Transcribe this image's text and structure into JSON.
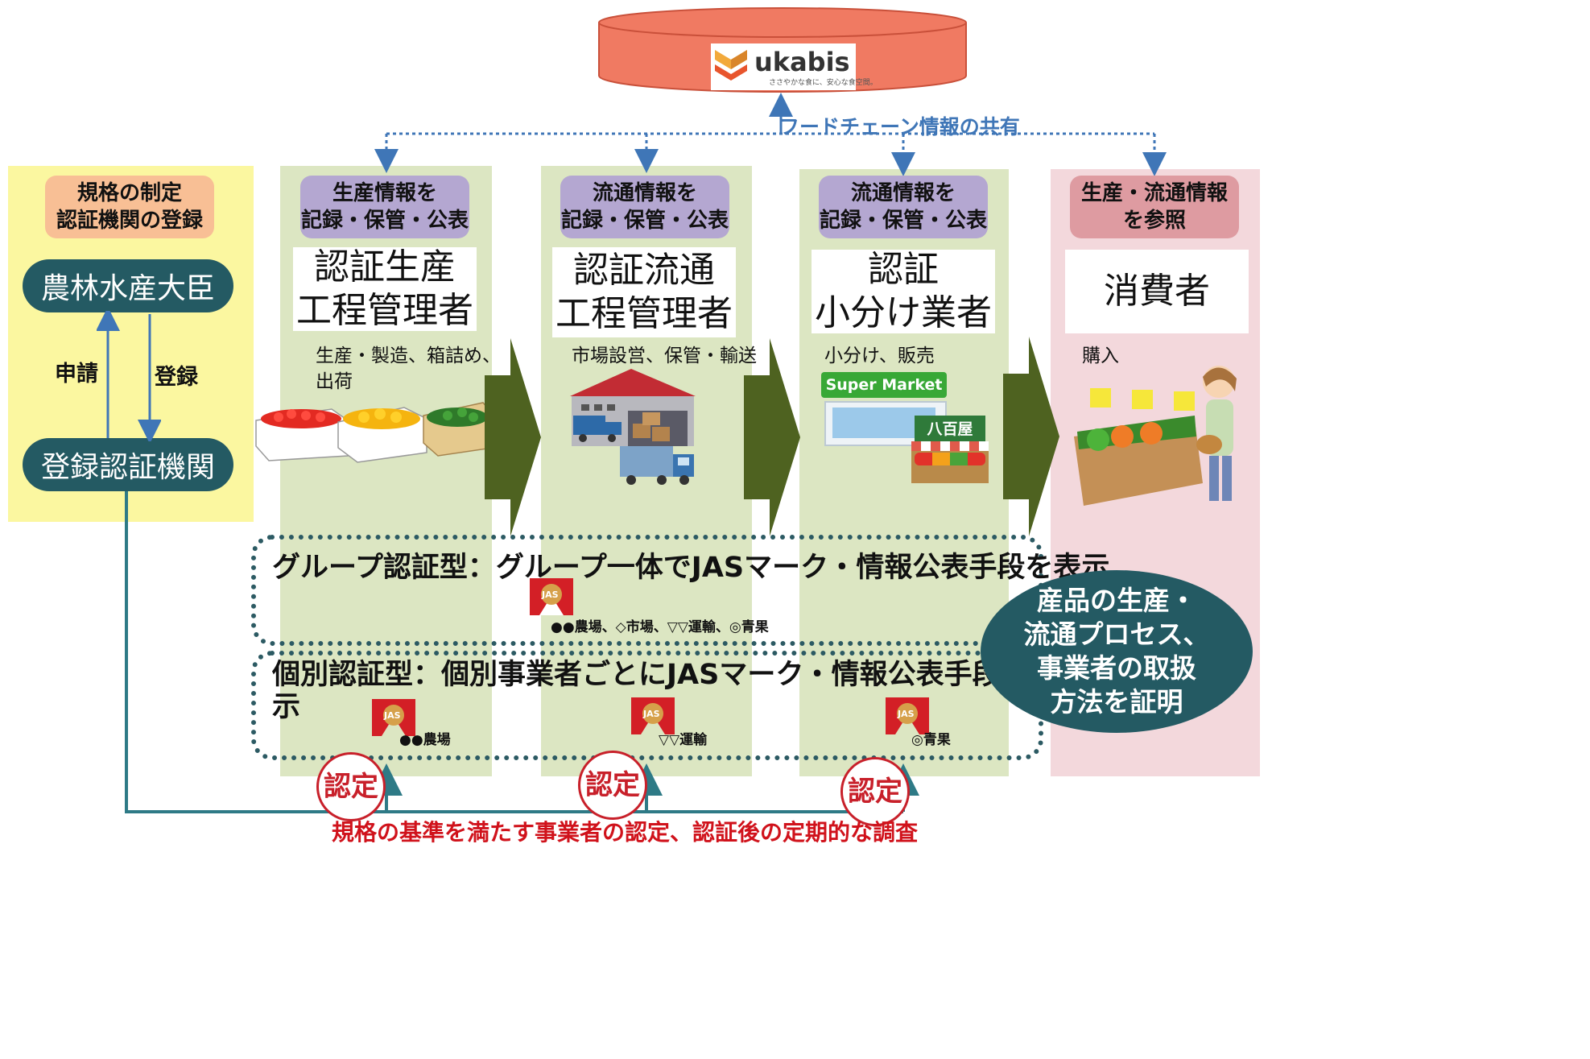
{
  "colors": {
    "yellow_bg": "#fbf7a0",
    "green_bg": "#dce6c2",
    "pink_bg": "#f3d8dc",
    "lavender": "#b4a7d1",
    "salmon": "#f8bf95",
    "rose": "#de9ba1",
    "teal": "#245a63",
    "arrow_green": "#4e6220",
    "db_red": "#f07a62",
    "dotted_blue": "#3f76b7",
    "footer_red": "#d0121b"
  },
  "top": {
    "logo_text": "ukabis",
    "logo_tagline": "ささやかな食に、安心な食空間。",
    "sharing_label": "フードチェーン情報の共有"
  },
  "left": {
    "header": "規格の制定\n認証機関の登録",
    "minister": "農林水産大臣",
    "apply": "申請",
    "register": "登録",
    "agency": "登録認証機関"
  },
  "columns": [
    {
      "header": "生産情報を\n記録・保管・公表",
      "title": "認証生産\n工程管理者",
      "desc": "生産・製造、箱詰め、\n出荷",
      "illustration": "produce-boxes"
    },
    {
      "header": "流通情報を\n記録・保管・公表",
      "title": "認証流通\n工程管理者",
      "desc": "市場設営、保管・輸送",
      "illustration": "warehouse-truck"
    },
    {
      "header": "流通情報を\n記録・保管・公表",
      "title": "認証\n小分け業者",
      "desc": "小分け、販売",
      "illustration": "supermarket",
      "store_sign": "Super Market",
      "shop_sign": "八百屋"
    }
  ],
  "consumer": {
    "header": "生産・流通情報\nを参照",
    "title": "消費者",
    "desc": "購入",
    "illustration": "shopper"
  },
  "group_cert": {
    "heading": "グループ認証型：グループ一体でJASマーク・情報公表手段を表示",
    "jas_text": "JAS",
    "caption": "●●農場、◇市場、▽▽運輸、◎青果"
  },
  "individual_cert": {
    "heading": "個別認証型：個別事業者ごとにJASマーク・情報公表手段を表\n示",
    "jas_text": "JAS",
    "captions": [
      "●●農場",
      "▽▽運輸",
      "◎青果"
    ]
  },
  "proof_bubble": "産品の生産・\n流通プロセス、\n事業者の取扱\n方法を証明",
  "seal_text": "認定",
  "footer": "規格の基準を満たす事業者の認定、認証後の定期的な調査"
}
